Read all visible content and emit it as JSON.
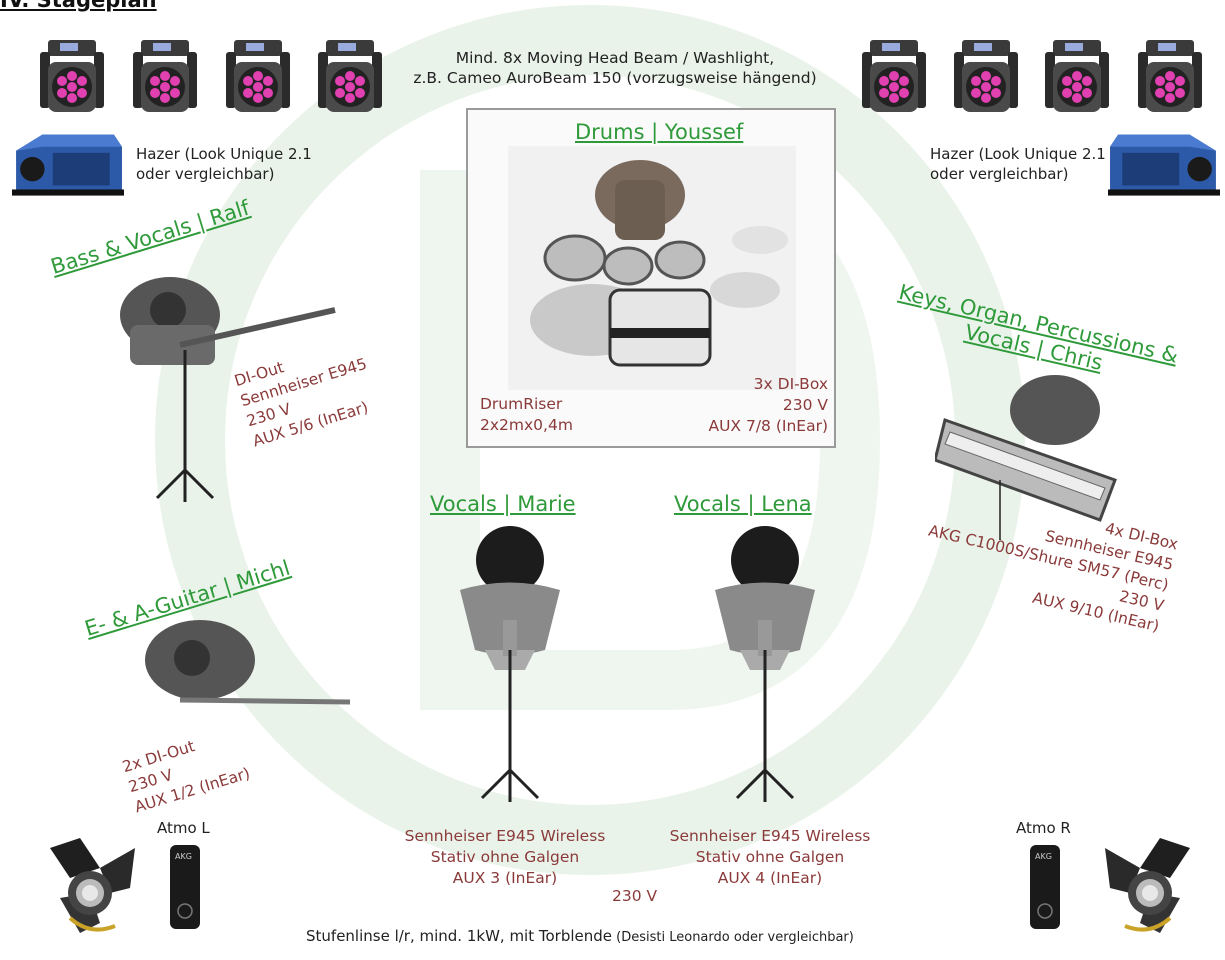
{
  "title": "IV. Stageplan",
  "header": {
    "lights_line1": "Mind. 8x Moving Head Beam / Washlight,",
    "lights_line2": "z.B. Cameo AuroBeam 150 (vorzugsweise hängend)",
    "hazer_left_line1": "Hazer (Look Unique 2.1",
    "hazer_left_line2": "oder vergleichbar)",
    "hazer_right_line1": "Hazer (Look Unique 2.1",
    "hazer_right_line2": "oder vergleichbar)"
  },
  "drums": {
    "name": "Drums | Youssef",
    "riser_line1": "DrumRiser",
    "riser_line2": "2x2mx0,4m",
    "spec_line1": "3x DI-Box",
    "spec_line2": "230 V",
    "spec_line3": "AUX 7/8 (InEar)"
  },
  "bass": {
    "name": "Bass & Vocals | Ralf",
    "spec_line1": "DI-Out",
    "spec_line2": "Sennheiser E945",
    "spec_line3": "230 V",
    "spec_line4": "AUX 5/6 (InEar)"
  },
  "keys": {
    "name_line1": "Keys, Organ, Percussions &",
    "name_line2": "Vocals | Chris",
    "spec_line1": "4x DI-Box",
    "spec_line2": "Sennheiser E945",
    "spec_line3": "AKG C1000S/Shure SM57 (Perc)",
    "spec_line4": "230 V",
    "spec_line5": "AUX 9/10 (InEar)"
  },
  "guitar": {
    "name": "E- & A-Guitar | Michl",
    "spec_line1": "2x DI-Out",
    "spec_line2": "230 V",
    "spec_line3": "AUX 1/2 (InEar)"
  },
  "marie": {
    "name": "Vocals | Marie",
    "spec_line1": "Sennheiser E945 Wireless",
    "spec_line2": "Stativ ohne Galgen",
    "spec_line3": "AUX 3 (InEar)"
  },
  "lena": {
    "name": "Vocals | Lena",
    "spec_line1": "Sennheiser E945 Wireless",
    "spec_line2": "Stativ ohne Galgen",
    "spec_line3": "AUX 4 (InEar)"
  },
  "power_center": "230 V",
  "atmo_left": "Atmo L",
  "atmo_right": "Atmo R",
  "mic_brand": "AKG",
  "footer_main": "Stufenlinse l/r, mind. 1kW, mit Torblende",
  "footer_note": " (Desisti Leonardo oder vergleichbar)",
  "colors": {
    "label_green": "#2f9a3a",
    "spec_red": "#8b3a3a",
    "led_pink": "#e040b0"
  }
}
